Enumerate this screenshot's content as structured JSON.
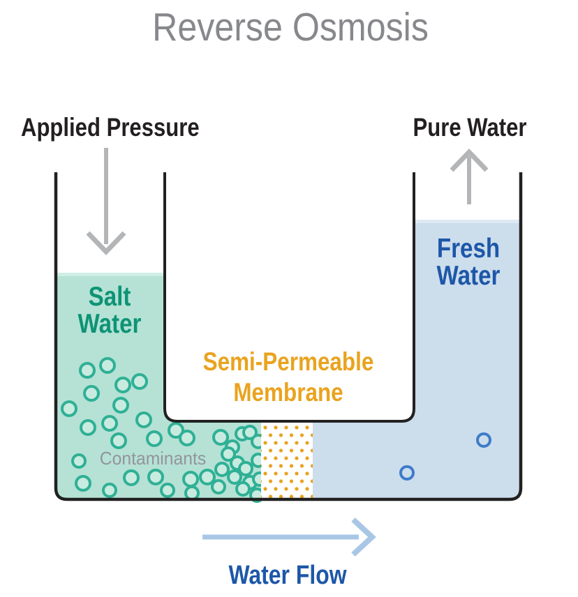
{
  "title": "Reverse Osmosis",
  "labels": {
    "applied_pressure": "Applied Pressure",
    "pure_water": "Pure Water",
    "salt_water_line1": "Salt",
    "salt_water_line2": "Water",
    "fresh_water_line1": "Fresh",
    "fresh_water_line2": "Water",
    "membrane_line1": "Semi-Permeable",
    "membrane_line2": "Membrane",
    "contaminants": "Contaminants",
    "water_flow": "Water Flow"
  },
  "colors": {
    "title_gray": "#87888c",
    "label_black": "#231f20",
    "outline_black": "#212121",
    "salt_water_fill": "#b5e2d5",
    "salt_water_surface": "#cfeee6",
    "salt_water_text": "#0e9376",
    "contaminant_fill": "#c8ebe0",
    "contaminant_stroke": "#2fb095",
    "fresh_water_fill": "#ccddec",
    "fresh_water_surface": "#dde9f4",
    "fresh_water_text": "#1d57a8",
    "fresh_particle_stroke": "#3d7cc9",
    "membrane_dot": "#e8a21f",
    "membrane_text": "#e9a31f",
    "contaminants_text": "#939598",
    "arrow_gray": "#b3b5b7",
    "water_flow_arrow": "#a9c7e5"
  },
  "diagram": {
    "contaminant_particles": [
      [
        125,
        531,
        10
      ],
      [
        154,
        524,
        10
      ],
      [
        176,
        552,
        10
      ],
      [
        200,
        547,
        10
      ],
      [
        131,
        564,
        10
      ],
      [
        99,
        586,
        10
      ],
      [
        173,
        581,
        10
      ],
      [
        126,
        613,
        10
      ],
      [
        157,
        607,
        10
      ],
      [
        206,
        602,
        10
      ],
      [
        170,
        632,
        10
      ],
      [
        221,
        629,
        10
      ],
      [
        113,
        661,
        9
      ],
      [
        119,
        693,
        10
      ],
      [
        157,
        703,
        9
      ],
      [
        188,
        685,
        10
      ],
      [
        223,
        684,
        10
      ],
      [
        240,
        703,
        9
      ],
      [
        252,
        617,
        10
      ],
      [
        268,
        628,
        10
      ],
      [
        273,
        687,
        10
      ],
      [
        275,
        707,
        9
      ],
      [
        297,
        684,
        10
      ],
      [
        313,
        698,
        9
      ],
      [
        316,
        627,
        10
      ],
      [
        333,
        641,
        9
      ],
      [
        347,
        622,
        9
      ],
      [
        358,
        620,
        9
      ],
      [
        327,
        651,
        9
      ],
      [
        340,
        664,
        9
      ],
      [
        318,
        673,
        9
      ],
      [
        336,
        684,
        9
      ],
      [
        352,
        672,
        9
      ],
      [
        358,
        692,
        9
      ],
      [
        348,
        701,
        9
      ],
      [
        370,
        633,
        9
      ],
      [
        370,
        660,
        9
      ],
      [
        372,
        687,
        9
      ],
      [
        368,
        710,
        9
      ]
    ],
    "fresh_particles": [
      [
        583,
        678,
        9
      ],
      [
        693,
        631,
        9
      ]
    ]
  }
}
